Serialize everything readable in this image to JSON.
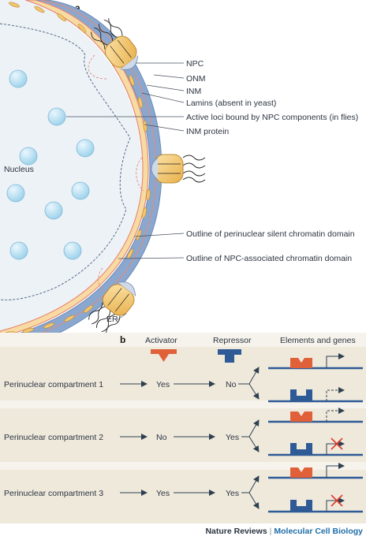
{
  "panel_a": {
    "label": "a",
    "nucleus_label": "Nucleus",
    "er_label": "ER",
    "callouts": [
      "NPC",
      "ONM",
      "INM",
      "Lamins (absent in yeast)",
      "Active loci bound by NPC components (in flies)",
      "INM protein",
      "Outline of perinuclear silent chromatin domain",
      "Outline of NPC-associated chromatin domain"
    ]
  },
  "panel_b": {
    "label": "b",
    "headers": {
      "activator": "Activator",
      "repressor": "Repressor",
      "elements": "Elements and genes"
    },
    "rows": [
      {
        "name": "Perinuclear compartment 1",
        "activator": "Yes",
        "repressor": "No"
      },
      {
        "name": "Perinuclear compartment 2",
        "activator": "No",
        "repressor": "Yes"
      },
      {
        "name": "Perinuclear compartment 3",
        "activator": "Yes",
        "repressor": "Yes"
      }
    ]
  },
  "footer": {
    "journal": "Nature Reviews",
    "separator": "|",
    "brand": "Molecular Cell Biology"
  },
  "colors": {
    "envelope": "#7e9cc4",
    "membrane_line": "#e48a7a",
    "lamina": "#f6d79a",
    "npc": "#f3c56d",
    "nucleoplasm": "#edf2f7",
    "vesicle": "#bfe4f4",
    "activator": "#e0603a",
    "repressor": "#2e5a96",
    "row_band": "#f3efe6"
  }
}
